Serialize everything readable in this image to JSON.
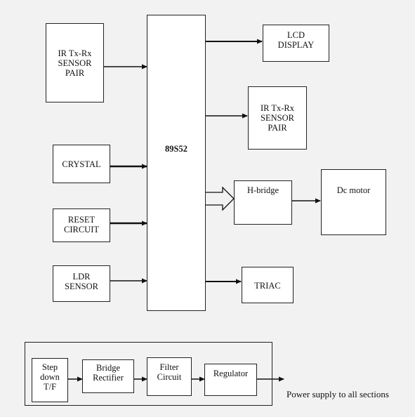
{
  "microcontroller": {
    "label": "89S52"
  },
  "inputs": {
    "ir_sensor_1": "IR Tx-Rx\nSENSOR\nPAIR",
    "crystal": "CRYSTAL",
    "reset": "RESET\nCIRCUIT",
    "ldr": "LDR\nSENSOR"
  },
  "outputs": {
    "lcd": "LCD\nDISPLAY",
    "ir_sensor_2": "IR Tx-Rx\nSENSOR\nPAIR",
    "hbridge": "H-bridge",
    "motor": "Dc motor",
    "triac": "TRIAC"
  },
  "power_supply": {
    "stepdown": "Step\ndown\nT/F",
    "bridge": "Bridge\nRectifier",
    "filter": "Filter\nCircuit",
    "regulator": "Regulator",
    "caption": "Power supply to all sections"
  },
  "colors": {
    "line": "#111111",
    "box_fill": "#ffffff",
    "background": "#f2f2f2"
  }
}
